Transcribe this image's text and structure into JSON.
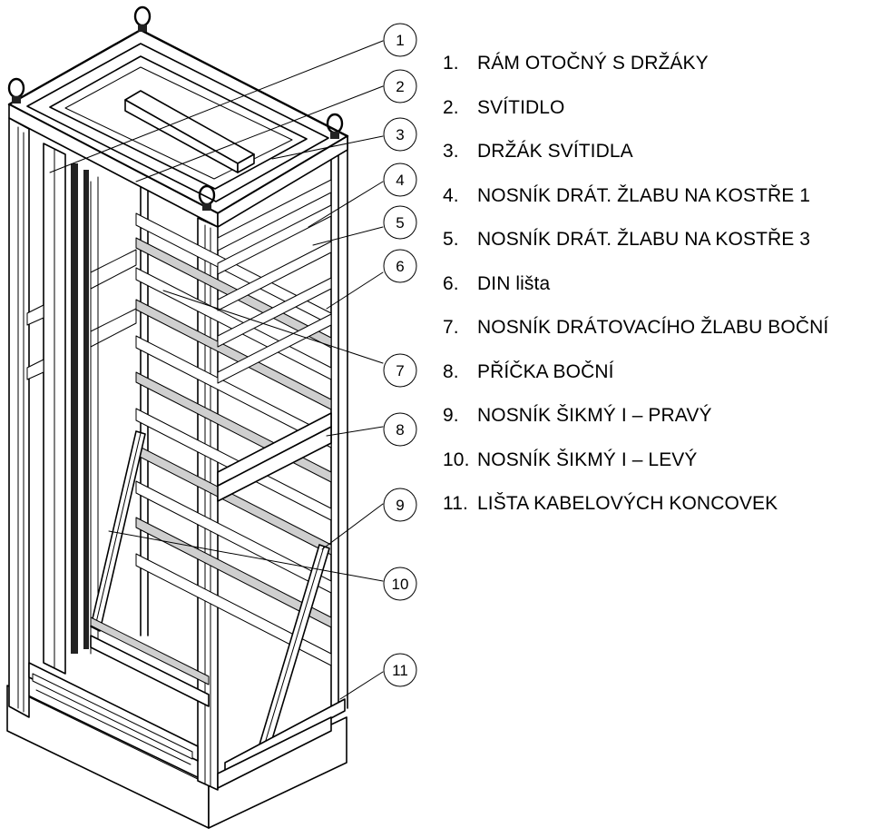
{
  "callouts": [
    {
      "num": "1",
      "text": "RÁM OTOČNÝ S DRŽÁKY"
    },
    {
      "num": "2",
      "text": "SVÍTIDLO"
    },
    {
      "num": "3",
      "text": "DRŽÁK SVÍTIDLA"
    },
    {
      "num": "4",
      "text": "NOSNÍK DRÁT. ŽLABU NA KOSTŘE 1"
    },
    {
      "num": "5",
      "text": "NOSNÍK DRÁT. ŽLABU NA KOSTŘE 3"
    },
    {
      "num": "6",
      "text": "DIN lišta"
    },
    {
      "num": "7",
      "text": "NOSNÍK DRÁTOVACÍHO ŽLABU BOČNÍ"
    },
    {
      "num": "8",
      "text": "PŘÍČKA BOČNÍ"
    },
    {
      "num": "9",
      "text": "NOSNÍK ŠIKMÝ I – PRAVÝ"
    },
    {
      "num": "10",
      "text": "NOSNÍK ŠIKMÝ I – LEVÝ"
    },
    {
      "num": "11",
      "text": "LIŠTA KABELOVÝCH KONCOVEK"
    }
  ],
  "legend_separator": "."
}
